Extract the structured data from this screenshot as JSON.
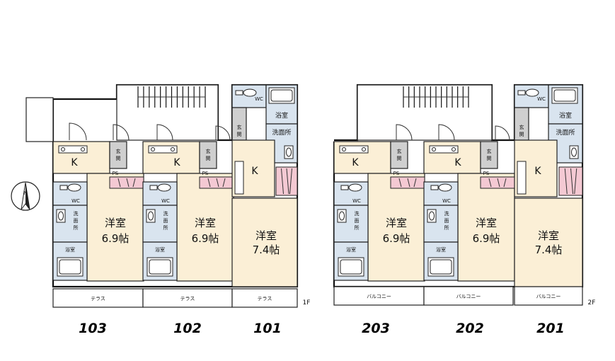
{
  "labels": {
    "western_room": "洋室",
    "kitchen": "K",
    "entrance": "玄関",
    "wc": "WC",
    "bath": "浴室",
    "washroom": "洗面所",
    "washroom_vertical": "洗\n面\n所",
    "ps": "PS",
    "terrace": "テラス",
    "balcony": "バルコニー"
  },
  "floors": {
    "first": {
      "label": "1F"
    },
    "second": {
      "label": "2F"
    }
  },
  "units": [
    {
      "number": "103",
      "area": "6.9帖"
    },
    {
      "number": "102",
      "area": "6.9帖"
    },
    {
      "number": "101",
      "area": "7.4帖"
    },
    {
      "number": "203",
      "area": "6.9帖"
    },
    {
      "number": "202",
      "area": "6.9帖"
    },
    {
      "number": "201",
      "area": "7.4帖"
    }
  ],
  "compass": {
    "symbol": "N"
  },
  "colors": {
    "room": "#fbefd6",
    "wet_area": "#d9e4ef",
    "entrance": "#cfcfcf",
    "storage": "#f4c9d3"
  }
}
